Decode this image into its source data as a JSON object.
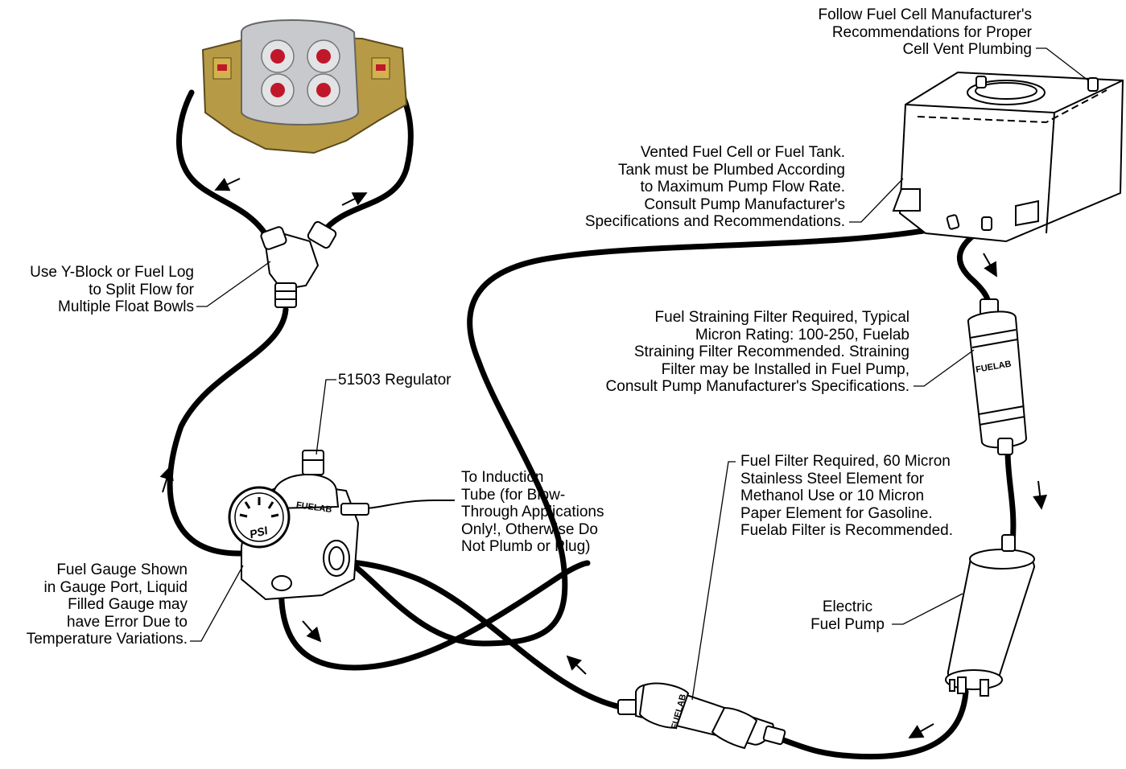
{
  "labels": {
    "vent": "Follow Fuel Cell Manufacturer's\nRecommendations for Proper\nCell Vent Plumbing",
    "tank": "Vented Fuel Cell or Fuel Tank.\nTank must be Plumbed According\nto Maximum Pump Flow Rate.\nConsult Pump Manufacturer's\nSpecifications and Recommendations.",
    "yblock": "Use Y-Block or Fuel Log\nto Split Flow for\nMultiple Float Bowls",
    "regulator": "51503 Regulator",
    "induction": "To Induction\nTube (for Blow-\nThrough Applications\nOnly!, Otherwise Do\nNot Plumb or Plug)",
    "straining": "Fuel Straining Filter Required, Typical\nMicron Rating: 100-250, Fuelab\nStraining Filter Recommended. Straining\nFilter may be Installed in Fuel Pump,\nConsult Pump Manufacturer's Specifications.",
    "filter": "Fuel Filter Required, 60 Micron\nStainless Steel Element for\nMethanol Use or 10 Micron\nPaper Element for Gasoline.\nFuelab Filter is Recommended.",
    "pump": "Electric\nFuel Pump",
    "gauge": "Fuel Gauge Shown\nin Gauge Port, Liquid\nFilled Gauge may\nhave Error Due to\nTemperature Variations."
  },
  "component_markings": {
    "brand": "FUELAB",
    "gauge_unit": "PSI"
  },
  "colors": {
    "line": "#000000",
    "carb_body": "#b79a45",
    "carb_plate": "#c7c9cc",
    "carb_red": "#c0182a",
    "background": "#ffffff"
  }
}
